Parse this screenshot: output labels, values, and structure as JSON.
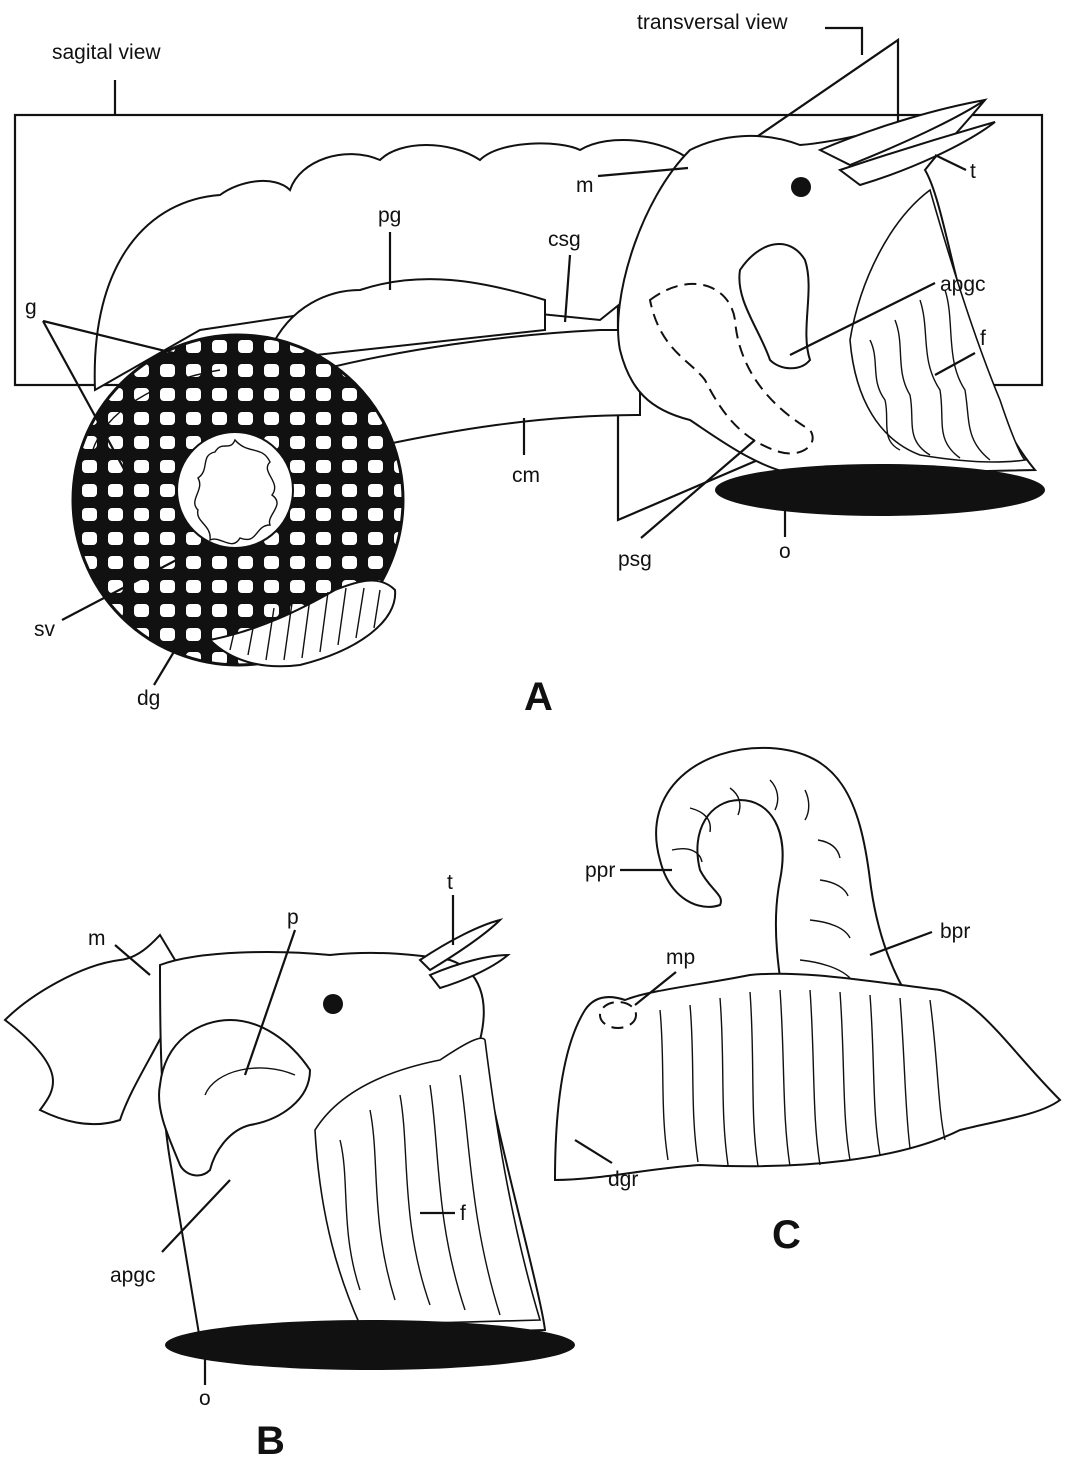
{
  "panel_A": {
    "letter": "A",
    "labels": {
      "sagital_view": "sagital view",
      "transversal_view": "transversal view",
      "m": "m",
      "t": "t",
      "pg": "pg",
      "csg": "csg",
      "apgc": "apgc",
      "g": "g",
      "f": "f",
      "cm": "cm",
      "sv": "sv",
      "dg": "dg",
      "psg": "psg",
      "o": "o"
    }
  },
  "panel_B": {
    "letter": "B",
    "labels": {
      "m": "m",
      "p": "p",
      "t": "t",
      "f": "f",
      "apgc": "apgc",
      "o": "o"
    }
  },
  "panel_C": {
    "letter": "C",
    "labels": {
      "ppr": "ppr",
      "bpr": "bpr",
      "mp": "mp",
      "dgr": "dgr"
    }
  },
  "colors": {
    "ink": "#111111",
    "paper": "#ffffff"
  }
}
